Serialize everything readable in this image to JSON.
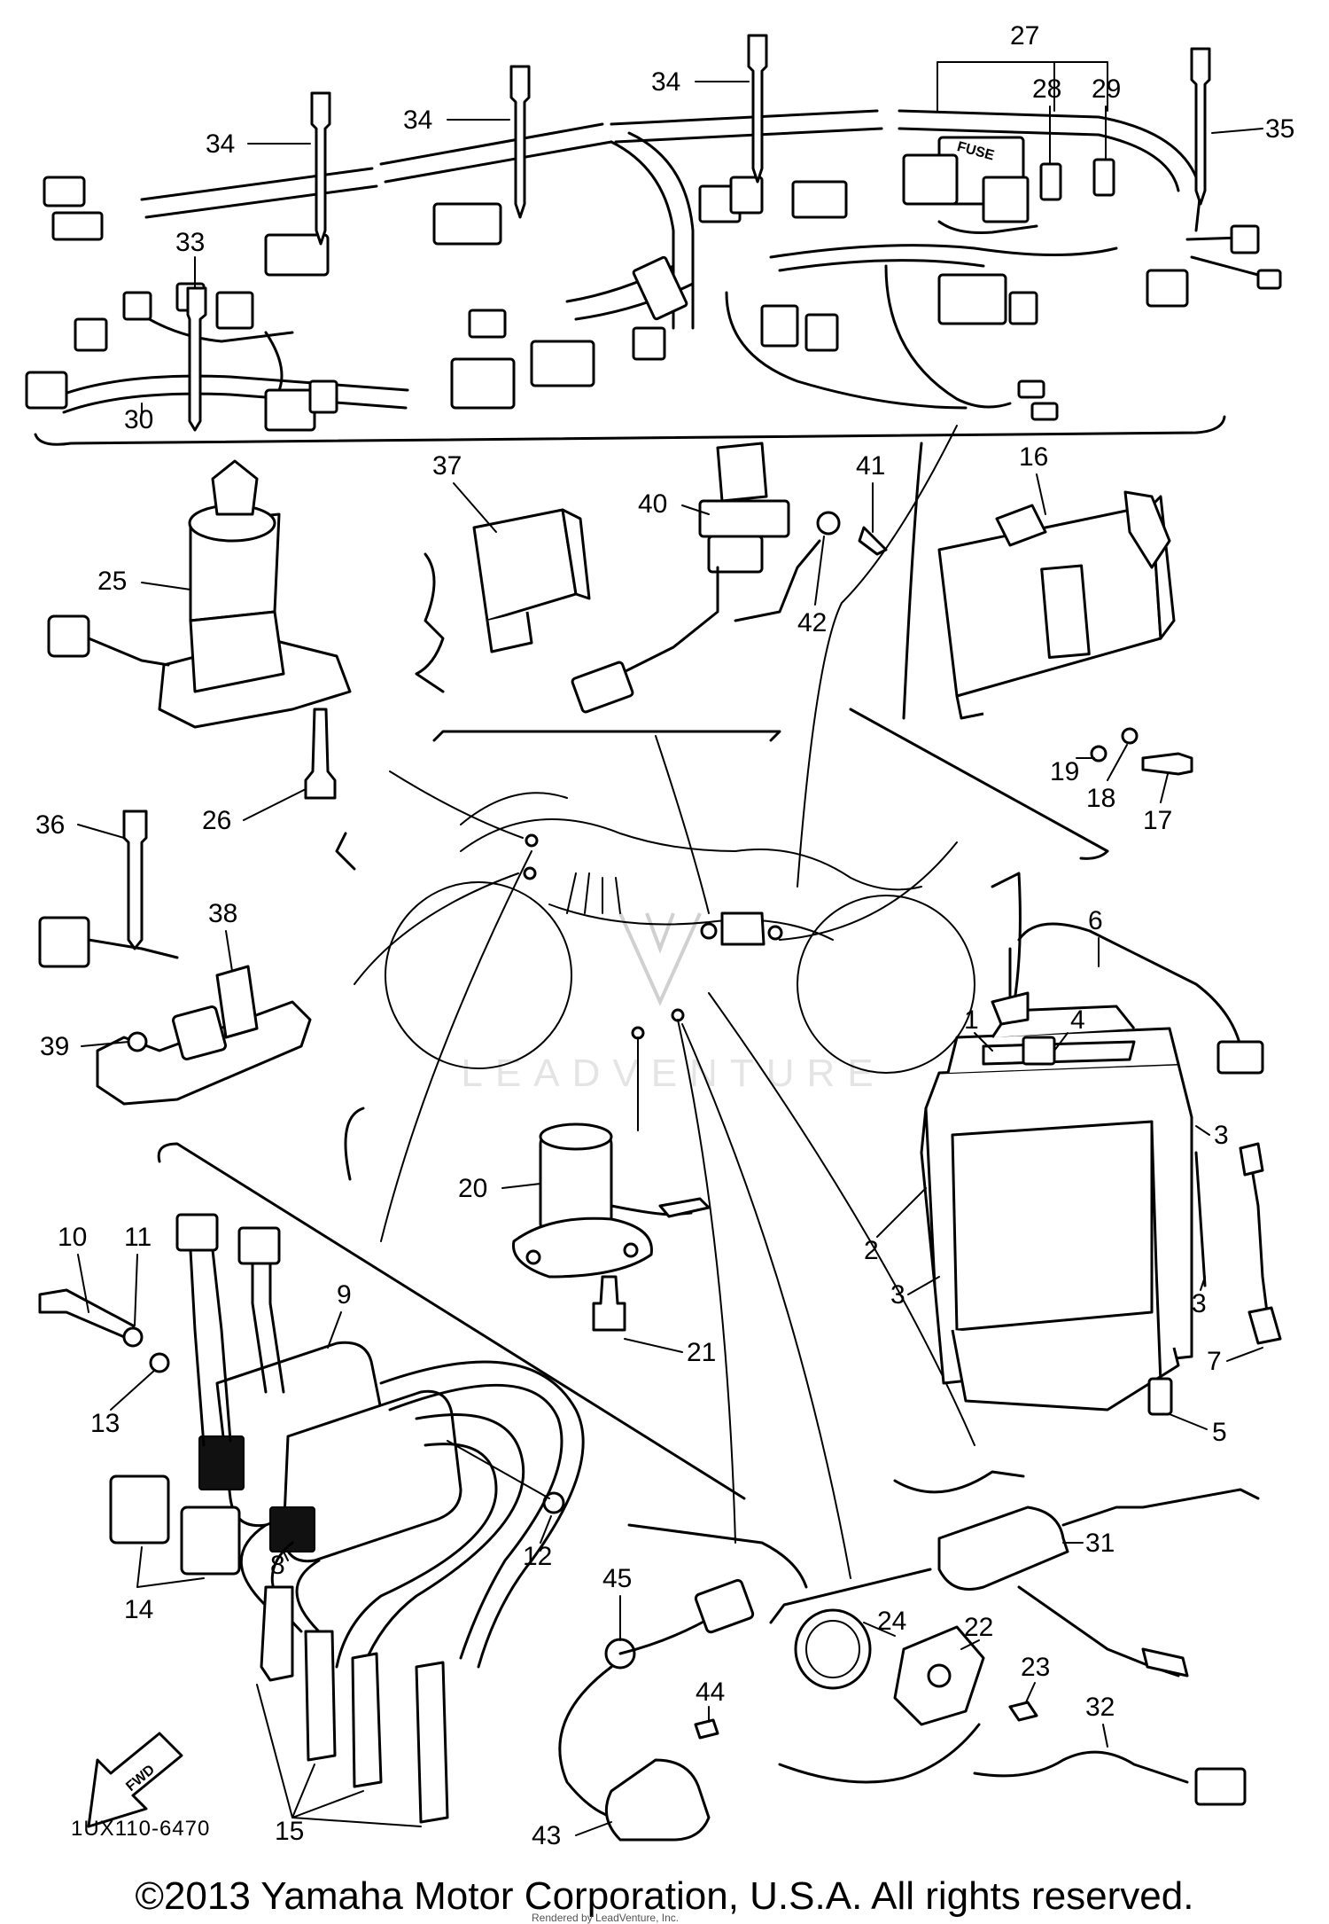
{
  "diagram": {
    "drawing_code": "1UX110-6470",
    "fwd_label": "FWD",
    "fuse_label": "FUSE",
    "watermark": "LEADVENTURE",
    "copyright": "©2013 Yamaha Motor Corporation, U.S.A. All rights reserved.",
    "render_note": "Rendered by LeadVenture, Inc.",
    "callouts": {
      "c1": "1",
      "c2": "2",
      "c3a": "3",
      "c3b": "3",
      "c3c": "3",
      "c4": "4",
      "c5": "5",
      "c6": "6",
      "c7": "7",
      "c8": "8",
      "c9": "9",
      "c10": "10",
      "c11": "11",
      "c12": "12",
      "c13": "13",
      "c14": "14",
      "c15": "15",
      "c16": "16",
      "c17": "17",
      "c18": "18",
      "c19": "19",
      "c20": "20",
      "c21": "21",
      "c22": "22",
      "c23": "23",
      "c24": "24",
      "c25": "25",
      "c26": "26",
      "c27": "27",
      "c28": "28",
      "c29": "29",
      "c30": "30",
      "c31": "31",
      "c32": "32",
      "c33": "33",
      "c34a": "34",
      "c34b": "34",
      "c34c": "34",
      "c35": "35",
      "c36": "36",
      "c37": "37",
      "c38": "38",
      "c39": "39",
      "c40": "40",
      "c41": "41",
      "c42": "42",
      "c43": "43",
      "c44": "44",
      "c45": "45"
    }
  }
}
